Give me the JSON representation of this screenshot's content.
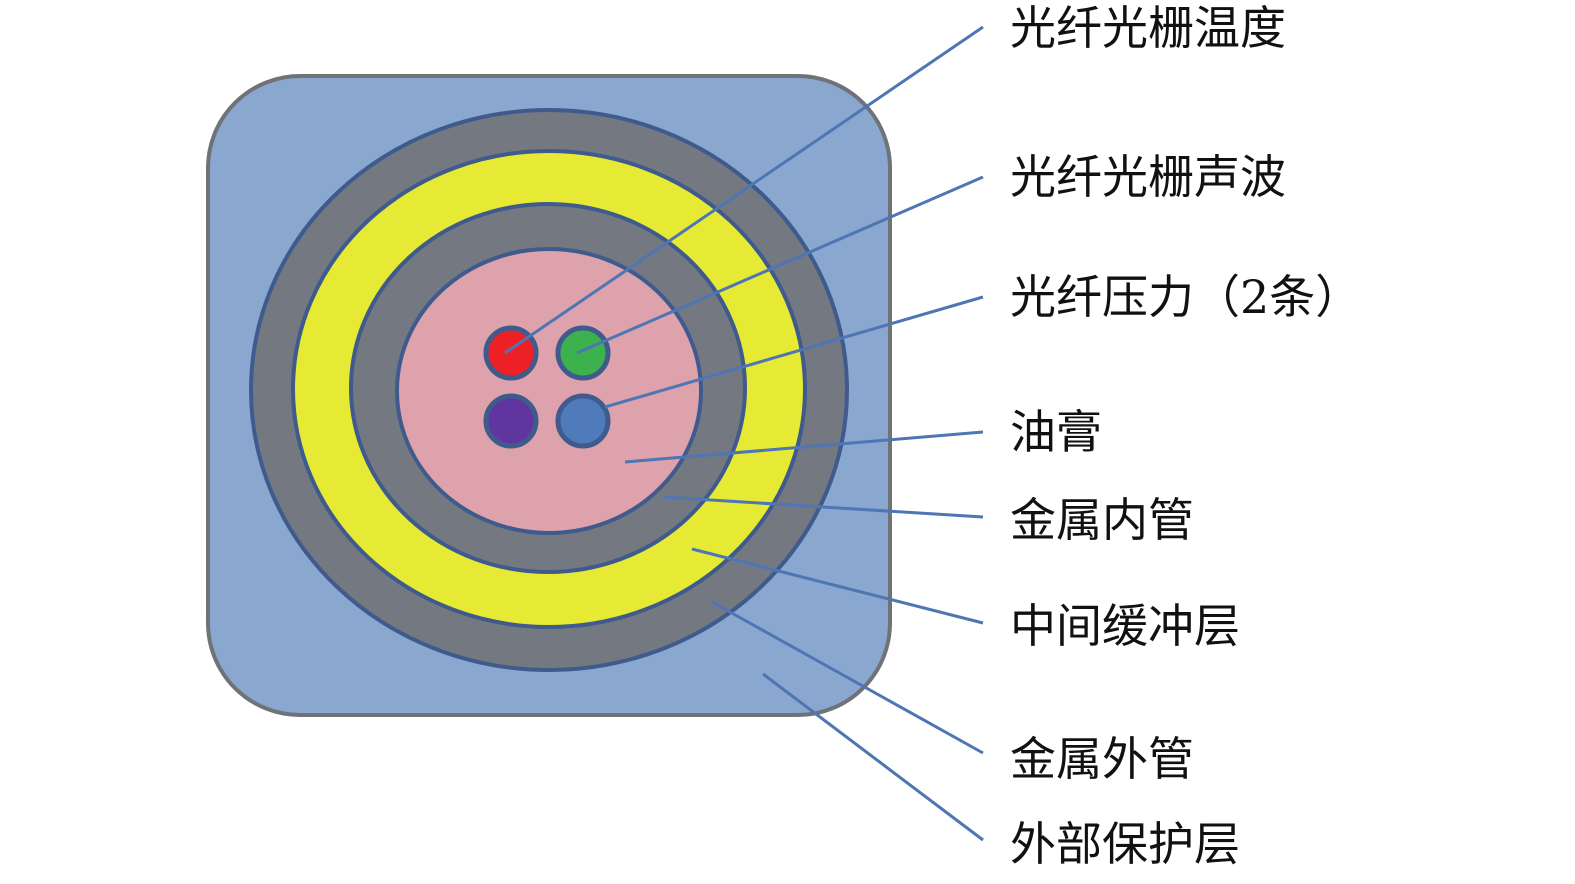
{
  "colors": {
    "outer_protection": "#8aa8cf",
    "metal_tube": "#737881",
    "buffer": "#e6ea35",
    "grease": "#dda2ab",
    "border": "#3f5b8d",
    "fiber_temperature": "#ed2026",
    "fiber_acoustic": "#3cb14e",
    "fiber_pressure_1": "#6135a0",
    "fiber_pressure_2": "#4f7bbb",
    "leader_line": "#4e76b4"
  },
  "labels": [
    {
      "id": "fbg-temperature",
      "text": "光纤光栅温度"
    },
    {
      "id": "fbg-acoustic",
      "text": "光纤光栅声波"
    },
    {
      "id": "fiber-pressure",
      "text": "光纤压力（2条）"
    },
    {
      "id": "grease",
      "text": "油膏"
    },
    {
      "id": "inner-metal-tube",
      "text": "金属内管"
    },
    {
      "id": "middle-buffer",
      "text": "中间缓冲层"
    },
    {
      "id": "outer-metal-tube",
      "text": "金属外管"
    },
    {
      "id": "outer-protection",
      "text": "外部保护层"
    }
  ]
}
